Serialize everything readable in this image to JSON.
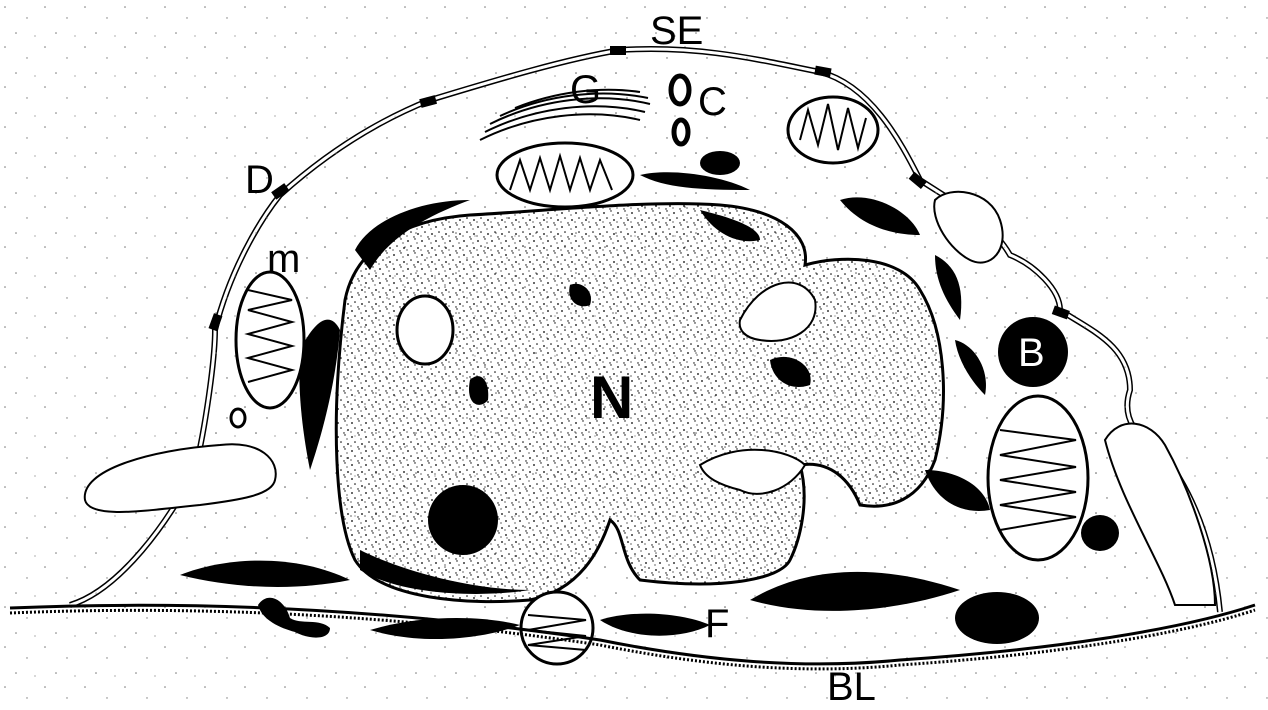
{
  "figure": {
    "labels": {
      "surface_epithelium": "SE",
      "golgi": "G",
      "centriole": "C",
      "desmosome": "D",
      "mitochondrion": "m",
      "vesicle": "o",
      "body": "B",
      "nucleus": "N",
      "filaments": "F",
      "basal_lamina": "BL"
    }
  }
}
